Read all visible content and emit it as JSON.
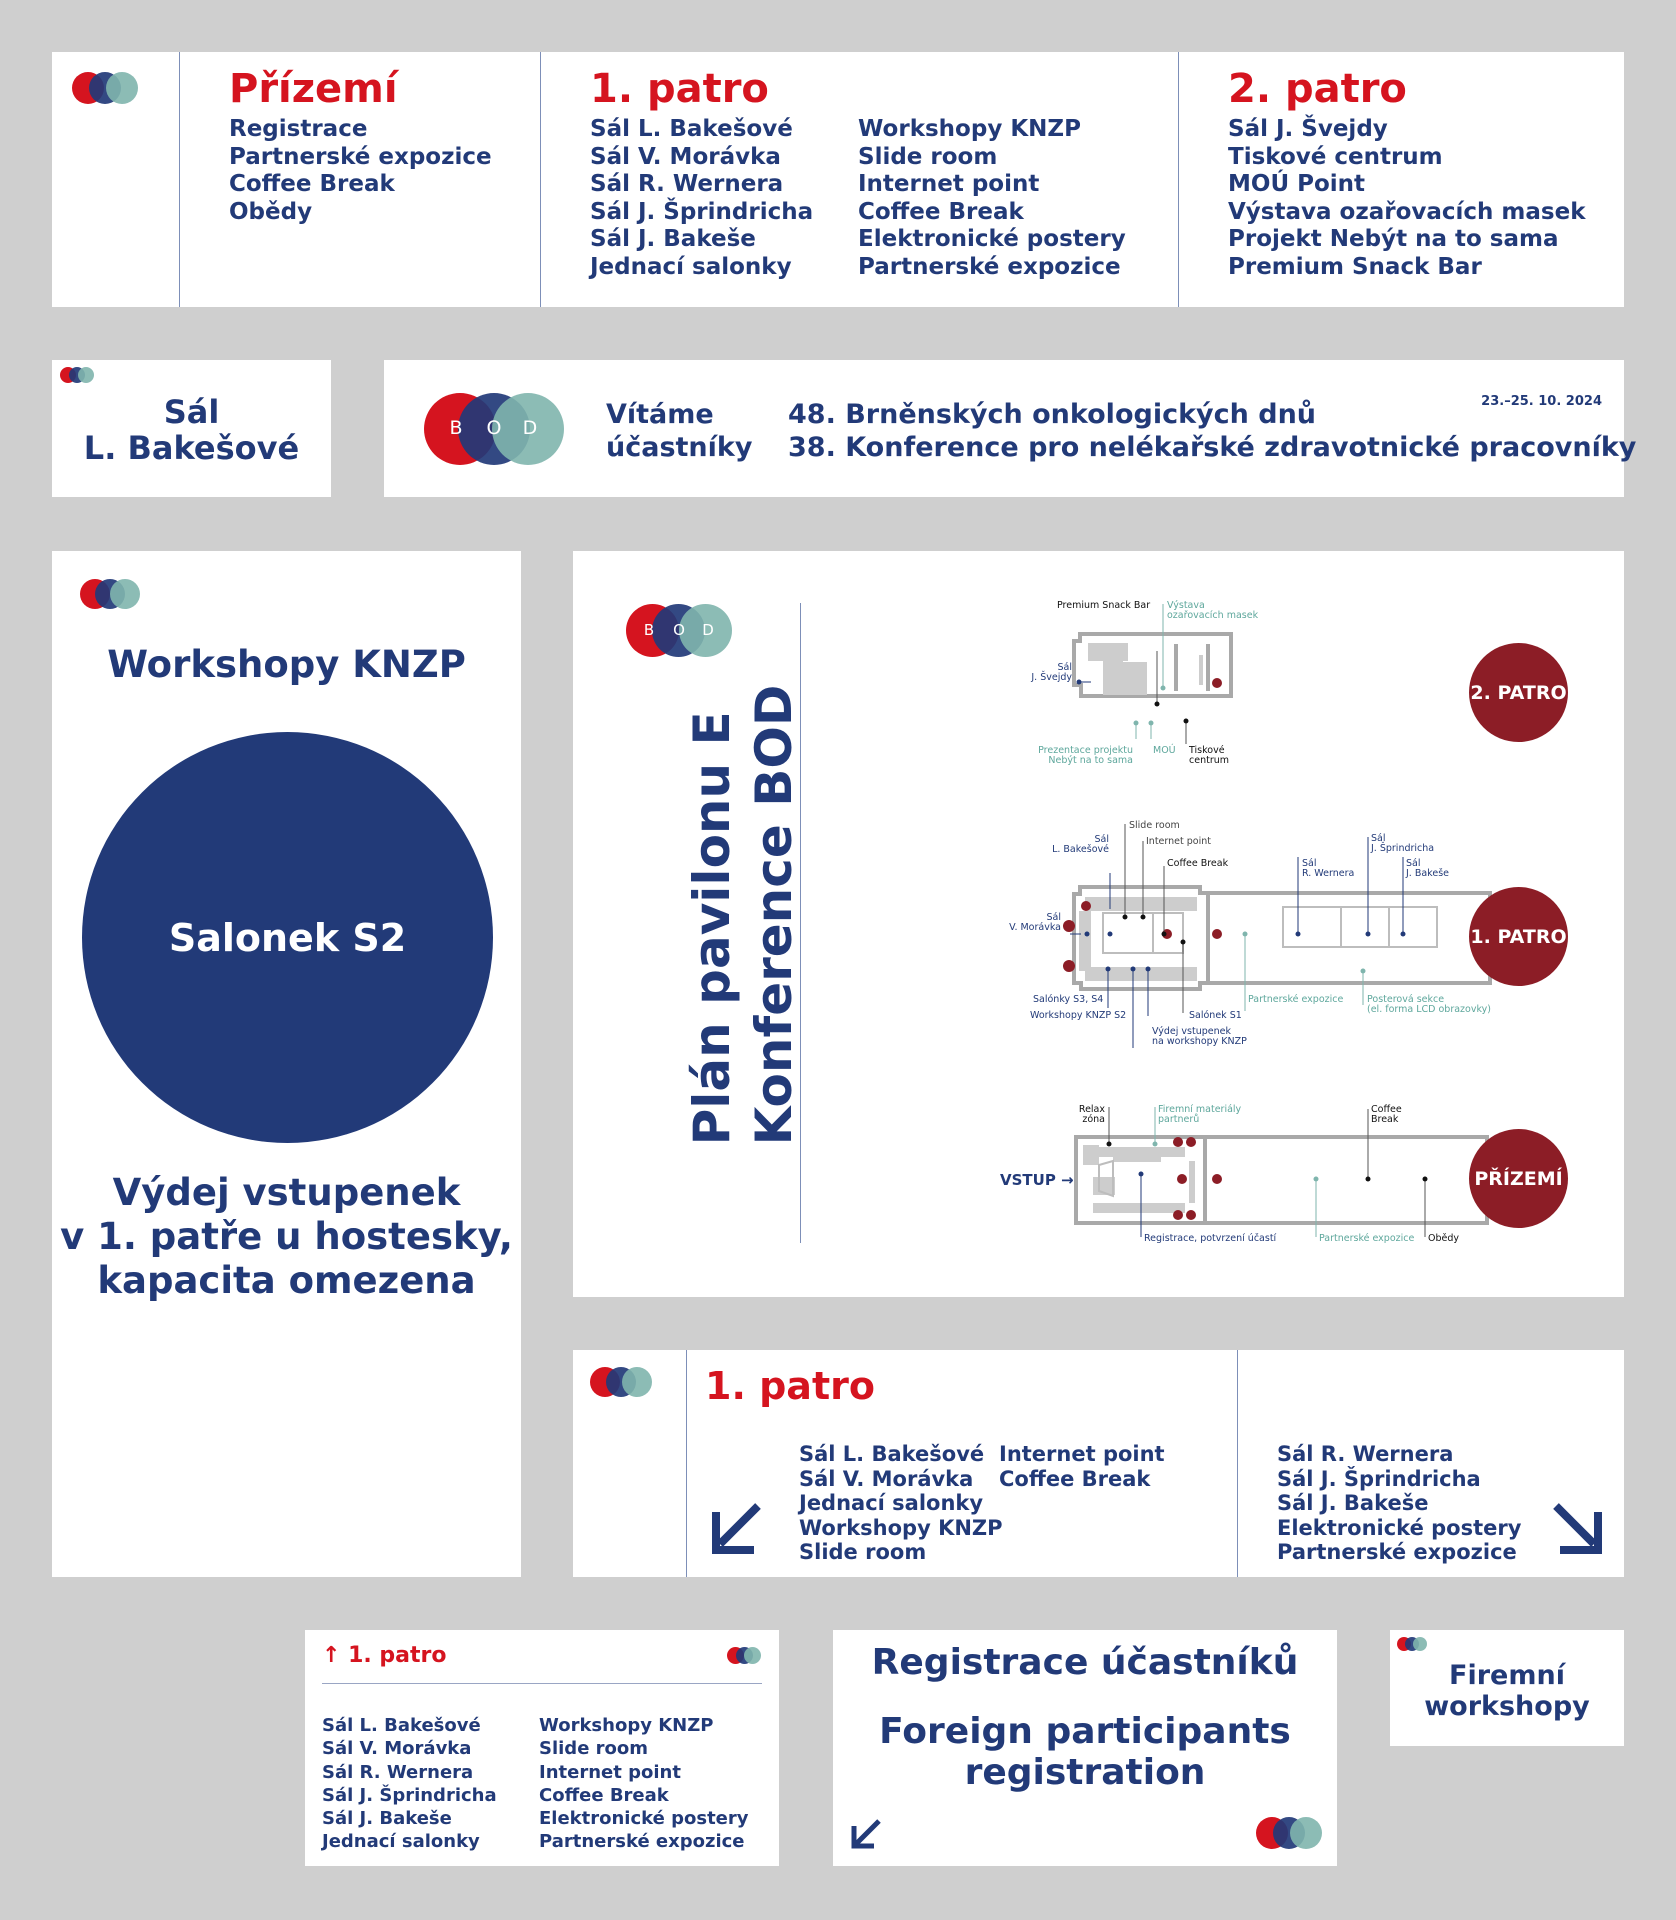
{
  "logo": {
    "letters": [
      "B",
      "O",
      "D"
    ],
    "colors": {
      "red": "#d5141f",
      "navy": "#223a78",
      "teal": "#7fb5ad"
    }
  },
  "floors_panel": {
    "ground": {
      "title": "Přízemí",
      "items": [
        "Registrace",
        "Partnerské expozice",
        "Coffee Break",
        "Obědy"
      ]
    },
    "first": {
      "title": "1. patro",
      "col1": [
        "Sál L. Bakešové",
        "Sál V. Morávka",
        "Sál R. Wernera",
        "Sál J. Šprindricha",
        "Sál J. Bakeše",
        "Jednací salonky"
      ],
      "col2": [
        "Workshopy KNZP",
        "Slide room",
        "Internet point",
        "Coffee Break",
        "Elektronické postery",
        "Partnerské expozice"
      ]
    },
    "second": {
      "title": "2. patro",
      "items": [
        "Sál J. Švejdy",
        "Tiskové centrum",
        "MOÚ Point",
        "Výstava ozařovacích masek",
        "Projekt Nebýt na to sama",
        "Premium Snack Bar"
      ]
    }
  },
  "room_sign": {
    "line1": "Sál",
    "line2": "L. Bakešové"
  },
  "welcome_banner": {
    "welcome_line1": "Vítáme",
    "welcome_line2": "účastníky",
    "event1": "48. Brněnských onkologických dnů",
    "event2": "38. Konference pro nelékařské zdravotnické pracovníky",
    "date": "23.–25. 10. 2024"
  },
  "workshop_poster": {
    "title": "Workshopy KNZP",
    "circle_label": "Salonek S2",
    "note1": "Výdej vstupenek",
    "note2": "v 1. patře u hostesky,",
    "note3": "kapacita omezena"
  },
  "map": {
    "title_line1": "Plán pavilonu E",
    "title_line2": "Konference BOD",
    "floor2": {
      "badge": "2. PATRO",
      "labels": {
        "snack": "Premium Snack Bar",
        "masks": "Výstava\nozařovacích masek",
        "sal": "Sál\nJ. Švejdy",
        "project": "Prezentace projektu\nNebýt na to sama",
        "mou": "MOÚ",
        "press": "Tiskové\ncentrum"
      }
    },
    "floor1": {
      "badge": "1. PATRO",
      "labels": {
        "slide": "Slide room",
        "bakesove": "Sál\nL. Bakešové",
        "internet": "Internet point",
        "coffee": "Coffee Break",
        "wernera": "Sál\nR. Wernera",
        "sprindricha": "Sál\nJ. Šprindricha",
        "bakese": "Sál\nJ. Bakeše",
        "moravka": "Sál\nV. Morávka",
        "salonky": "Salónky S3, S4",
        "knzp": "Workshopy KNZP S2",
        "s1": "Salónek S1",
        "tickets": "Výdej vstupenek\nna workshopy KNZP",
        "partner": "Partnerské expozice",
        "poster": "Posterová sekce\n(el. forma LCD obrazovky)"
      }
    },
    "ground": {
      "badge": "PŘÍZEMÍ",
      "labels": {
        "relax": "Relax\nzóna",
        "firm": "Firemní materiály\npartnerů",
        "coffee": "Coffee\nBreak",
        "entrance": "VSTUP",
        "registration": "Registrace, potvrzení účastí",
        "partner": "Partnerské expozice",
        "lunch": "Obědy"
      }
    }
  },
  "direction_panel": {
    "title": "1. patro",
    "left_col1": [
      "Sál L. Bakešové",
      "Sál V. Morávka",
      "Jednací salonky",
      "Workshopy KNZP",
      "Slide room"
    ],
    "left_col2": [
      "Internet point",
      "Coffee Break"
    ],
    "right": [
      "Sál R. Wernera",
      "Sál J. Šprindricha",
      "Sál J. Bakeše",
      "Elektronické postery",
      "Partnerské expozice"
    ]
  },
  "small_sign": {
    "title": "1. patro",
    "col1": [
      "Sál L. Bakešové",
      "Sál V. Morávka",
      "Sál R. Wernera",
      "Sál J. Šprindricha",
      "Sál J. Bakeše",
      "Jednací salonky"
    ],
    "col2": [
      "Workshopy KNZP",
      "Slide room",
      "Internet point",
      "Coffee Break",
      "Elektronické postery",
      "Partnerské expozice"
    ]
  },
  "registration_sign": {
    "line1": "Registrace účastníků",
    "line2": "Foreign participants",
    "line3": "registration"
  },
  "firm_sign": {
    "line1": "Firemní",
    "line2": "workshopy"
  }
}
